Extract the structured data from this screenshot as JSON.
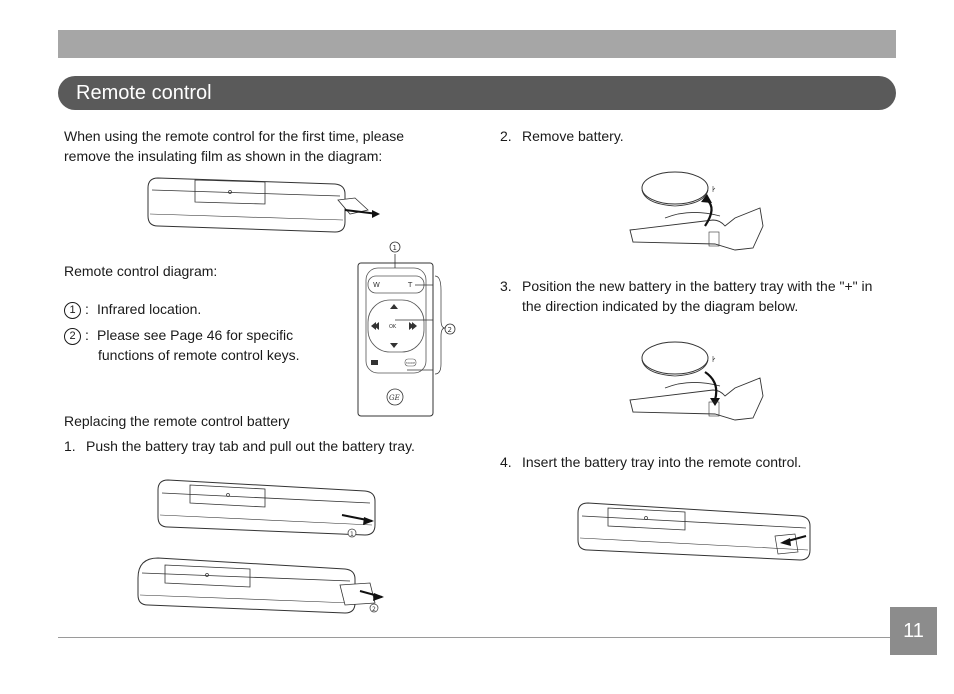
{
  "header": {
    "title": "Remote control"
  },
  "left": {
    "intro_line1": "When using the remote control for the first time, please",
    "intro_line2": "remove the insulating film as shown in the diagram:",
    "diagram_heading": "Remote control diagram:",
    "items": [
      {
        "marker": "1",
        "line1": "Infrared location.",
        "line2": ""
      },
      {
        "marker": "2",
        "line1": "Please see Page 46 for specific",
        "line2": "functions of remote control keys."
      }
    ],
    "replace_heading": "Replacing the remote control battery",
    "step1_num": "1.",
    "step1_text": "Push the battery tray tab and pull out the battery tray."
  },
  "right": {
    "step2_num": "2.",
    "step2_text": "Remove battery.",
    "step3_num": "3.",
    "step3_line1": "Position the new battery in the battery tray with the \"+\" in",
    "step3_line2": "the direction indicated by the diagram below.",
    "step4_num": "4.",
    "step4_text": "Insert the battery tray into the remote control."
  },
  "remote": {
    "callout1": "1",
    "callout2": "2",
    "key_w": "W",
    "key_t": "T",
    "key_ok": "OK",
    "key_mode": "MODE",
    "logo": "GE"
  },
  "figure_labels": {
    "one": "1",
    "two": "2"
  },
  "footer": {
    "page_number": "11"
  },
  "colors": {
    "title_bar": "#5a5a5a",
    "top_bar": "#a6a6a6",
    "page_box": "#8c8c8c"
  }
}
